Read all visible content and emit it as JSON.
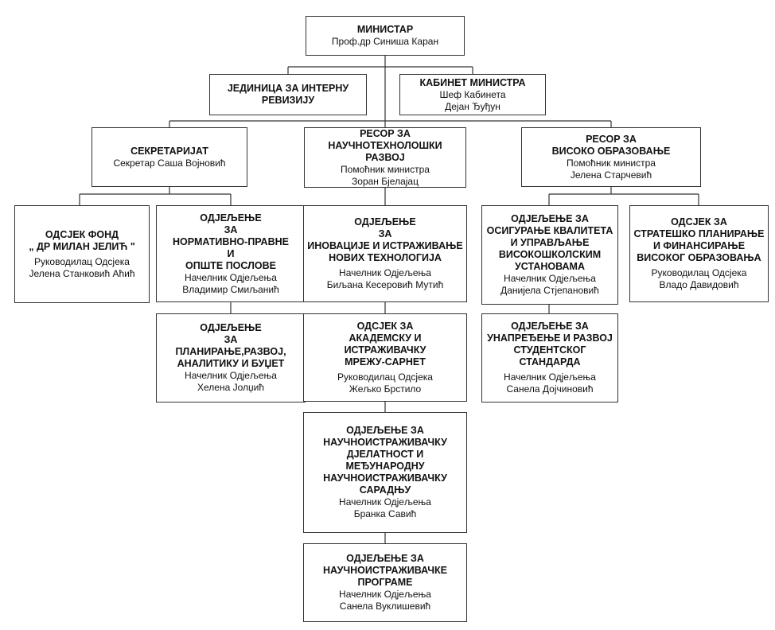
{
  "minister": {
    "title": "МИНИСТАР",
    "sub": "Проф.др Синиша Каран"
  },
  "audit": {
    "title": "ЈЕДИНИЦА ЗА ИНТЕРНУ\nРЕВИЗИЈУ"
  },
  "cabinet": {
    "title": "КАБИНЕТ МИНИСТРА",
    "sub": "Шеф Кабинета\nДејан Ђуђун"
  },
  "secretariat": {
    "title": "СЕКРЕТАРИЈАТ",
    "sub": "Секретар Саша Војновић"
  },
  "science": {
    "title": "РЕСОР ЗА\nНАУЧНОТЕХНОЛОШКИ\nРАЗВОЈ",
    "sub": "Помоћник министра\nЗоран Бјелајац"
  },
  "higher": {
    "title": "РЕСОР ЗА\nВИСОКО ОБРАЗОВАЊЕ",
    "sub": "Помоћник министра\nЈелена Старчевић"
  },
  "fund": {
    "title": "ОДСЈЕК ФОНД\n„ ДР МИЛАН ЈЕЛИЋ \"",
    "sub": "Руководилац Одсјека\nЈелена Станковић Аћић"
  },
  "normative": {
    "title": "ОДЈЕЉЕЊЕ\nЗА\nНОРМАТИВНО-ПРАВНЕ\nИ\nОПШТЕ ПОСЛОВЕ",
    "sub": "Начелник Одјељења\nВладимир Смиљанић"
  },
  "planning": {
    "title": "ОДЈЕЉЕЊЕ\nЗА\nПЛАНИРАЊЕ,РАЗВОЈ,\nАНАЛИТИКУ И БУЏЕТ",
    "sub": "Начелник Одјељења\nХелена Јолџић"
  },
  "innovation": {
    "title": "ОДЈЕЉЕЊЕ\nЗА\nИНОВАЦИЈЕ И ИСТРАЖИВАЊЕ\nНОВИХ ТЕХНОЛОГИЈА",
    "sub": "Начелник Одјељења\nБиљана Кесеровић Мутић"
  },
  "sarnet": {
    "title": "ОДСЈЕК ЗА\nАКАДЕМСКУ И ИСТРАЖИВАЧКУ\nМРЕЖУ-САРНЕТ",
    "sub": "Руководилац Одсјека\nЖељко Брстило"
  },
  "research": {
    "title": "ОДЈЕЉЕЊЕ ЗА\nНАУЧНОИСТРАЖИВАЧКУ\nДЈЕЛАТНОСТ И\nМЕЂУНАРОДНУ\nНАУЧНОИСТРАЖИВАЧКУ\nСАРАДЊУ",
    "sub": "Начелник Одјељења\nБранка Савић"
  },
  "programs": {
    "title": "ОДЈЕЉЕЊЕ ЗА\nНАУЧНОИСТРАЖИВАЧКЕ\nПРОГРАМЕ",
    "sub": "Начелник   Одјељења\nСанела Вуклишевић"
  },
  "quality": {
    "title": "ОДЈЕЉЕЊЕ ЗА\nОСИГУРАЊЕ КВАЛИТЕТА\nИ УПРАВЉАЊЕ\nВИСОКОШКОЛСКИМ\nУСТАНОВАМА",
    "sub": "Начелник Одјељења\nДанијела Стјепановић"
  },
  "student": {
    "title": "ОДЈЕЉЕЊЕ ЗА\nУНАПРЕЂЕЊЕ И РАЗВОЈ\nСТУДЕНТСКОГ\nСТАНДАРДА",
    "sub": "Начелник Одјељења\nСанела Дојчиновић"
  },
  "strategic": {
    "title": "ОДСЈЕК ЗА\nСТРАТЕШКО ПЛАНИРАЊЕ\nИ ФИНАНСИРАЊЕ\nВИСОКОГ ОБРАЗОВАЊА",
    "sub": "Руководилац Одсјека\nВладо Давидовић"
  }
}
